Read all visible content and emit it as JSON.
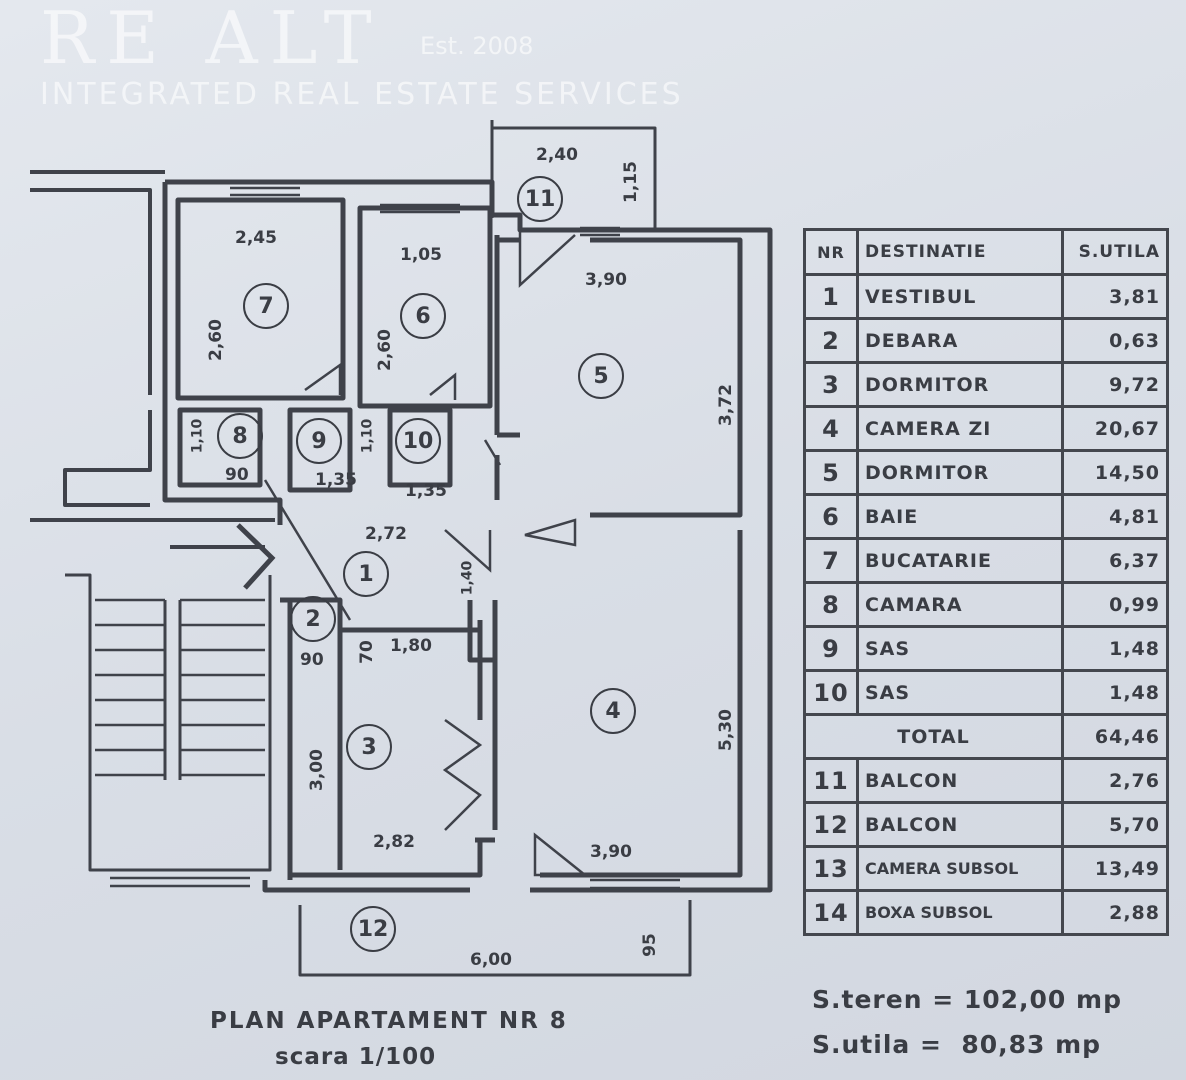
{
  "plan": {
    "title": "PLAN APARTAMENT NR 8",
    "scale": "scara 1/100",
    "room_numbers": [
      "1",
      "2",
      "3",
      "4",
      "5",
      "6",
      "7",
      "8",
      "9",
      "10",
      "11",
      "12"
    ],
    "dimensions": {
      "b11_w": "2,40",
      "b11_d": "1,15",
      "r7_w": "2,45",
      "r7_h": "2,60",
      "r6_w": "1,05",
      "r6_h": "2,60",
      "r5_w": "3,90",
      "r5_h": "3,72",
      "r8_h": "1,10",
      "r8_w": "90",
      "r9_w": "1,35",
      "r9_h": "1,10",
      "r10_w": "1,35",
      "r1_w": "2,72",
      "r1_h": "1,40",
      "r2_w": "90",
      "r2_h": "70",
      "r2_l": "1,80",
      "r3_h": "3,00",
      "r3_w": "2,82",
      "r4_h": "5,30",
      "r4_w": "3,90",
      "b12_w": "6,00",
      "b12_d": "95"
    }
  },
  "legend": {
    "headers": [
      "NR",
      "DESTINATIE",
      "S.UTILA"
    ],
    "rows": [
      {
        "nr": "1",
        "dest": "VESTIBUL",
        "area": "3,81"
      },
      {
        "nr": "2",
        "dest": "DEBARA",
        "area": "0,63"
      },
      {
        "nr": "3",
        "dest": "DORMITOR",
        "area": "9,72"
      },
      {
        "nr": "4",
        "dest": "CAMERA ZI",
        "area": "20,67"
      },
      {
        "nr": "5",
        "dest": "DORMITOR",
        "area": "14,50"
      },
      {
        "nr": "6",
        "dest": "BAIE",
        "area": "4,81"
      },
      {
        "nr": "7",
        "dest": "BUCATARIE",
        "area": "6,37"
      },
      {
        "nr": "8",
        "dest": "CAMARA",
        "area": "0,99"
      },
      {
        "nr": "9",
        "dest": "SAS",
        "area": "1,48"
      },
      {
        "nr": "10",
        "dest": "SAS",
        "area": "1,48"
      }
    ],
    "total_label": "TOTAL",
    "total": "64,46",
    "extra_rows": [
      {
        "nr": "11",
        "dest": "BALCON",
        "area": "2,76"
      },
      {
        "nr": "12",
        "dest": "BALCON",
        "area": "5,70"
      },
      {
        "nr": "13",
        "dest": "CAMERA SUBSOL",
        "area": "13,49"
      },
      {
        "nr": "14",
        "dest": "BOXA SUBSOL",
        "area": "2,88"
      }
    ],
    "s_teren": "S.teren = 102,00 mp",
    "s_utila": "S.utila =  80,83 mp"
  },
  "watermark": {
    "logo": "RE ALT",
    "est": "Est. 2008",
    "tagline": "INTEGRATED REAL ESTATE SERVICES"
  }
}
